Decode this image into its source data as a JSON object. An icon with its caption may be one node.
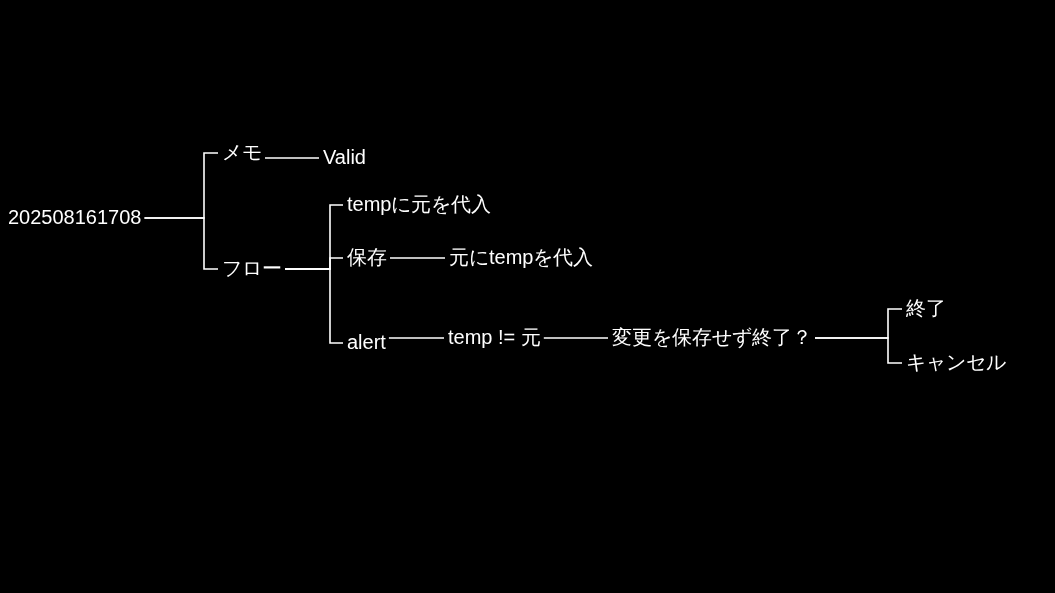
{
  "diagram": {
    "nodes": [
      {
        "text": [
          "202508161708"
        ]
      },
      {
        "text": [
          "メモ"
        ]
      },
      {
        "text": [
          "Valid"
        ]
      },
      {
        "text": [
          "フロー"
        ]
      },
      {
        "text": [
          "tempに元を代入"
        ]
      },
      {
        "text": [
          "保存"
        ]
      },
      {
        "text": [
          "元にtempを代入"
        ]
      },
      {
        "text": [
          "alert"
        ]
      },
      {
        "text": [
          "temp != 元"
        ]
      },
      {
        "text": [
          "変更を保存せず終了？"
        ]
      },
      {
        "text": [
          "終了"
        ]
      },
      {
        "text": [
          "キャンセル"
        ]
      }
    ],
    "edges": [
      {
        "from": 0,
        "to": 1,
        "arrow": "none"
      },
      {
        "from": 0,
        "to": 3,
        "arrow": "none"
      },
      {
        "from": 1,
        "to": 2,
        "arrow": "none"
      },
      {
        "from": 3,
        "to": 4,
        "arrow": "none"
      },
      {
        "from": 3,
        "to": 5,
        "arrow": "none"
      },
      {
        "from": 3,
        "to": 7,
        "arrow": "none"
      },
      {
        "from": 5,
        "to": 6,
        "arrow": "none"
      },
      {
        "from": 7,
        "to": 8,
        "arrow": "none"
      },
      {
        "from": 8,
        "to": 9,
        "arrow": "none"
      },
      {
        "from": 9,
        "to": 10,
        "arrow": "none"
      },
      {
        "from": 9,
        "to": 11,
        "arrow": "none"
      }
    ]
  }
}
